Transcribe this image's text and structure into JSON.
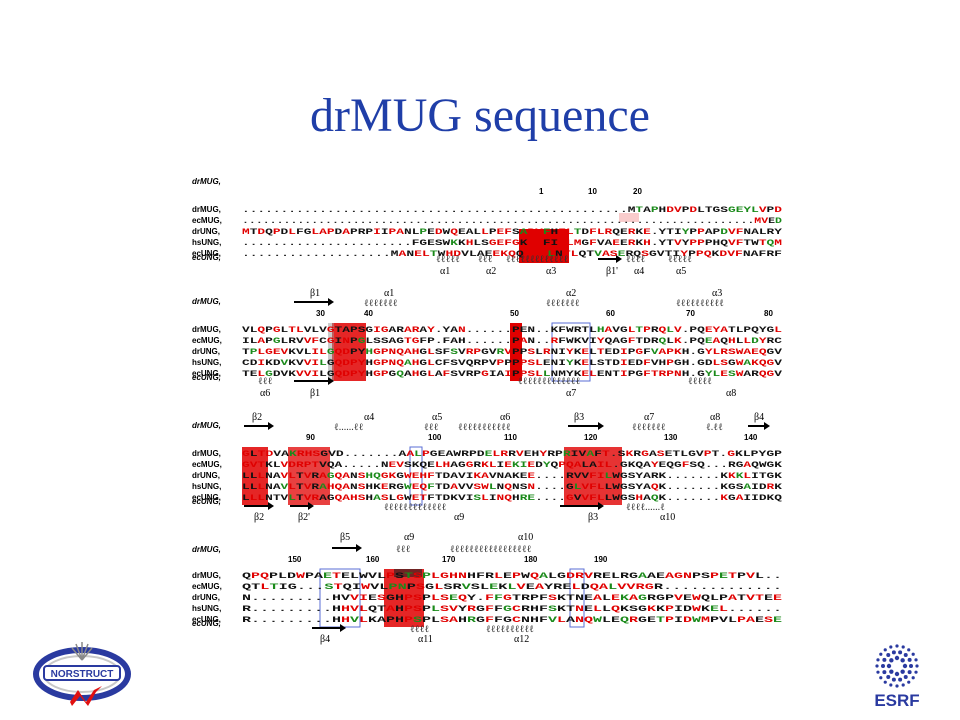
{
  "slide": {
    "title": "drMUG sequence"
  },
  "block1": {
    "top_label": "drMUG,",
    "ruler": [
      "1",
      "10",
      "20"
    ],
    "rows": [
      {
        "name": "drMUG,",
        "seq": "..................................................MTAPHDVPDLTGSGEYLVPD"
      },
      {
        "name": "ecMUG,",
        "seq": "..........................................................................MVED"
      },
      {
        "name": "drUNG,",
        "seq": "MTDQPDLFGLAPDAPRPIIPANLPEDWQEALLPEFSAPYFHELTDFLRQERKE.YTIYPPAPDVFNALRY"
      },
      {
        "name": "hsUNG,",
        "seq": "......................FGESWKKHLSGEFGKPYFIKLMGFVAEERKH.YTVYPPPHQVFTWTQM"
      },
      {
        "name": "ecUNG,",
        "seq": "...................MANELTWHDVLAEEKQQPYFLNTLQTVASERQSGVTIYPPQKDVFNAFRF"
      }
    ],
    "bottom_label": "ecUNG,",
    "ss": [
      "α1",
      "α2",
      "α3",
      "β1'",
      "α4",
      "α5"
    ]
  },
  "block2": {
    "top_label": "drMUG,",
    "top_ss": [
      "β1",
      "α1",
      "α2",
      "α3"
    ],
    "ruler": [
      "30",
      "40",
      "50",
      "60",
      "70",
      "80"
    ],
    "rows": [
      {
        "name": "drMUG,",
        "seq": "VLQPGLTLVLVGTAPSGIGARARAY.YAN......PEN..KFWRTLHAVGLTPRQLV.PQEYATLPQYGL"
      },
      {
        "name": "ecMUG,",
        "seq": "ILAPGLRVVFCGINPGLSSAGTGFP.FAH......PAN..RFWKVIYQAGFTDRQLK.PQEAQHLLDYRC"
      },
      {
        "name": "drUNG,",
        "seq": "TPLGEVKVLILGQDPYHGPNQAHGLSFSVRPGVRVPPSLRNIYKELTEDIPGFVAPKH.GYLRSWAEQGV"
      },
      {
        "name": "hsUNG,",
        "seq": "CDIKDVKVVILGQDPYHGPNQAHGLCFSVQRPVPPPPSLENIYKELSTDIEDFVHPGH.GDLSGWAKQGV"
      },
      {
        "name": "ecUNG,",
        "seq": "TELGDVKVVILGQDPYHGPGQAHGLAFSVRPGIAIPPSLLNMYKELENTIPGFTRPNH.GYLESWARQGV"
      }
    ],
    "bottom_label": "ecUNG,",
    "ss": [
      "α6",
      "β1",
      "α7",
      "α8"
    ]
  },
  "block3": {
    "top_label": "drMUG,",
    "top_ss": [
      "β2",
      "α4",
      "α5",
      "α6",
      "β3",
      "α7",
      "α8",
      "β4"
    ],
    "ruler": [
      "90",
      "100",
      "110",
      "120",
      "130",
      "140"
    ],
    "rows": [
      {
        "name": "drMUG,",
        "seq": "GLTDVAKRHSGVD.......AALPGEAWRPDELRRVEHYRPRIVAFT.SKRGASETLGVPT.GKLPYGP"
      },
      {
        "name": "ecMUG,",
        "seq": "GVTKLVDRPTVQA.....NEVSKQELHAGGRKLIEKIEDYQPQALAIL.GKQAYEQGFSQ...RGAQWGK"
      },
      {
        "name": "drUNG,",
        "seq": "LLLNAVLTVRAGQANSHQGKGWEHFTDAVIKAVNAKEE....RVVFILWGSYARK.......KKKLITGK"
      },
      {
        "name": "hsUNG,",
        "seq": "LLLNAVLTVRAHQANSHKERGWEQFTDAVVSWLNQNSN....GLVFLLWGSYAQK.......KGSAIDRK"
      },
      {
        "name": "ecUNG,",
        "seq": "LLLNTVLTVRAGQAHSHASLGWETFTDKVISLINQHRE....GVVFLLWGSHAQK.......KGAIIDKQ"
      }
    ],
    "bottom_label": "ecUNG,",
    "ss": [
      "β2",
      "β2'",
      "α9",
      "β3",
      "α10"
    ]
  },
  "block4": {
    "top_label": "drMUG,",
    "top_ss": [
      "β5",
      "α9",
      "α10"
    ],
    "ruler": [
      "150",
      "160",
      "170",
      "180",
      "190"
    ],
    "rows": [
      {
        "name": "drMUG,",
        "seq": "QPQPLDWPAETELWVLPSTSPLGHNHFRLEPWQALGDRVRELRGAAEAGNPSPETPVL.."
      },
      {
        "name": "ecMUG,",
        "seq": "QTLTIG...STQIWVLPNPSGLSRVSLEKLVEAYRELDQALVVRGR............."
      },
      {
        "name": "drUNG,",
        "seq": "N.........HVVIESGHPSPLSEQY.FFGTRPFSKTNEALEKAGRGPVEWQLPATVTEE"
      },
      {
        "name": "hsUNG,",
        "seq": "R.........HHVLQTAHPSPLSVYRGFFGCRHFSKTNELLQKSGKKPIDWKEL......"
      },
      {
        "name": "ecUNG,",
        "seq": "R.........HHVLKAPHPSPLSAHRGFFGCNHFVLANQWLEQRGETPIDWMPVLPAESE"
      }
    ],
    "bottom_label": "ecUNG,",
    "ss": [
      "β4",
      "α11",
      "α12"
    ]
  },
  "logos": {
    "left": "NORSTRUCT",
    "right": "ESRF"
  },
  "colors": {
    "title": "#1f3ea8",
    "red": "#e00000",
    "green": "#1a8a1a",
    "box": "#5a6ed6"
  }
}
